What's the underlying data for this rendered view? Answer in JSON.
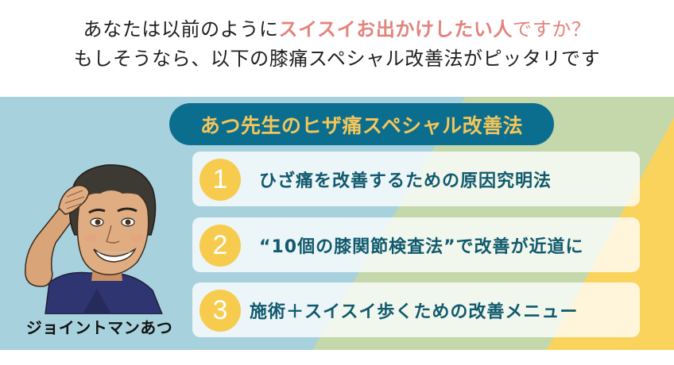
{
  "headline": {
    "line1": {
      "prefix": "あなたは以前のように",
      "emphasis": "スイスイお出かけしたい人",
      "suffix": "ですか？"
    },
    "line2": "もしそうなら、以下の膝痛スペシャル改善法がピッタリです"
  },
  "banner": {
    "title": "あつ先生のヒザ痛スペシャル改善法"
  },
  "items": [
    {
      "number": "1",
      "text": "ひざ痛を改善するための原因究明法"
    },
    {
      "number": "2",
      "text": "“10個の膝関節検査法”で改善が近道に"
    },
    {
      "number": "3",
      "text": "施術＋スイスイ歩くための改善メニュー"
    }
  ],
  "mascot": {
    "name": "ジョイントマンあつ",
    "icon": "saluting-man-illustration"
  },
  "colors": {
    "accent_pink": "#e3837d",
    "pill_bg": "#0b6e8e",
    "pill_text": "#f4c65a",
    "band_blue": "#a7d1dd",
    "band_green": "#c5d8ab",
    "band_yellow": "#f9d35c",
    "item_text": "#115a6e",
    "number_circle": "#f7cb4d"
  }
}
